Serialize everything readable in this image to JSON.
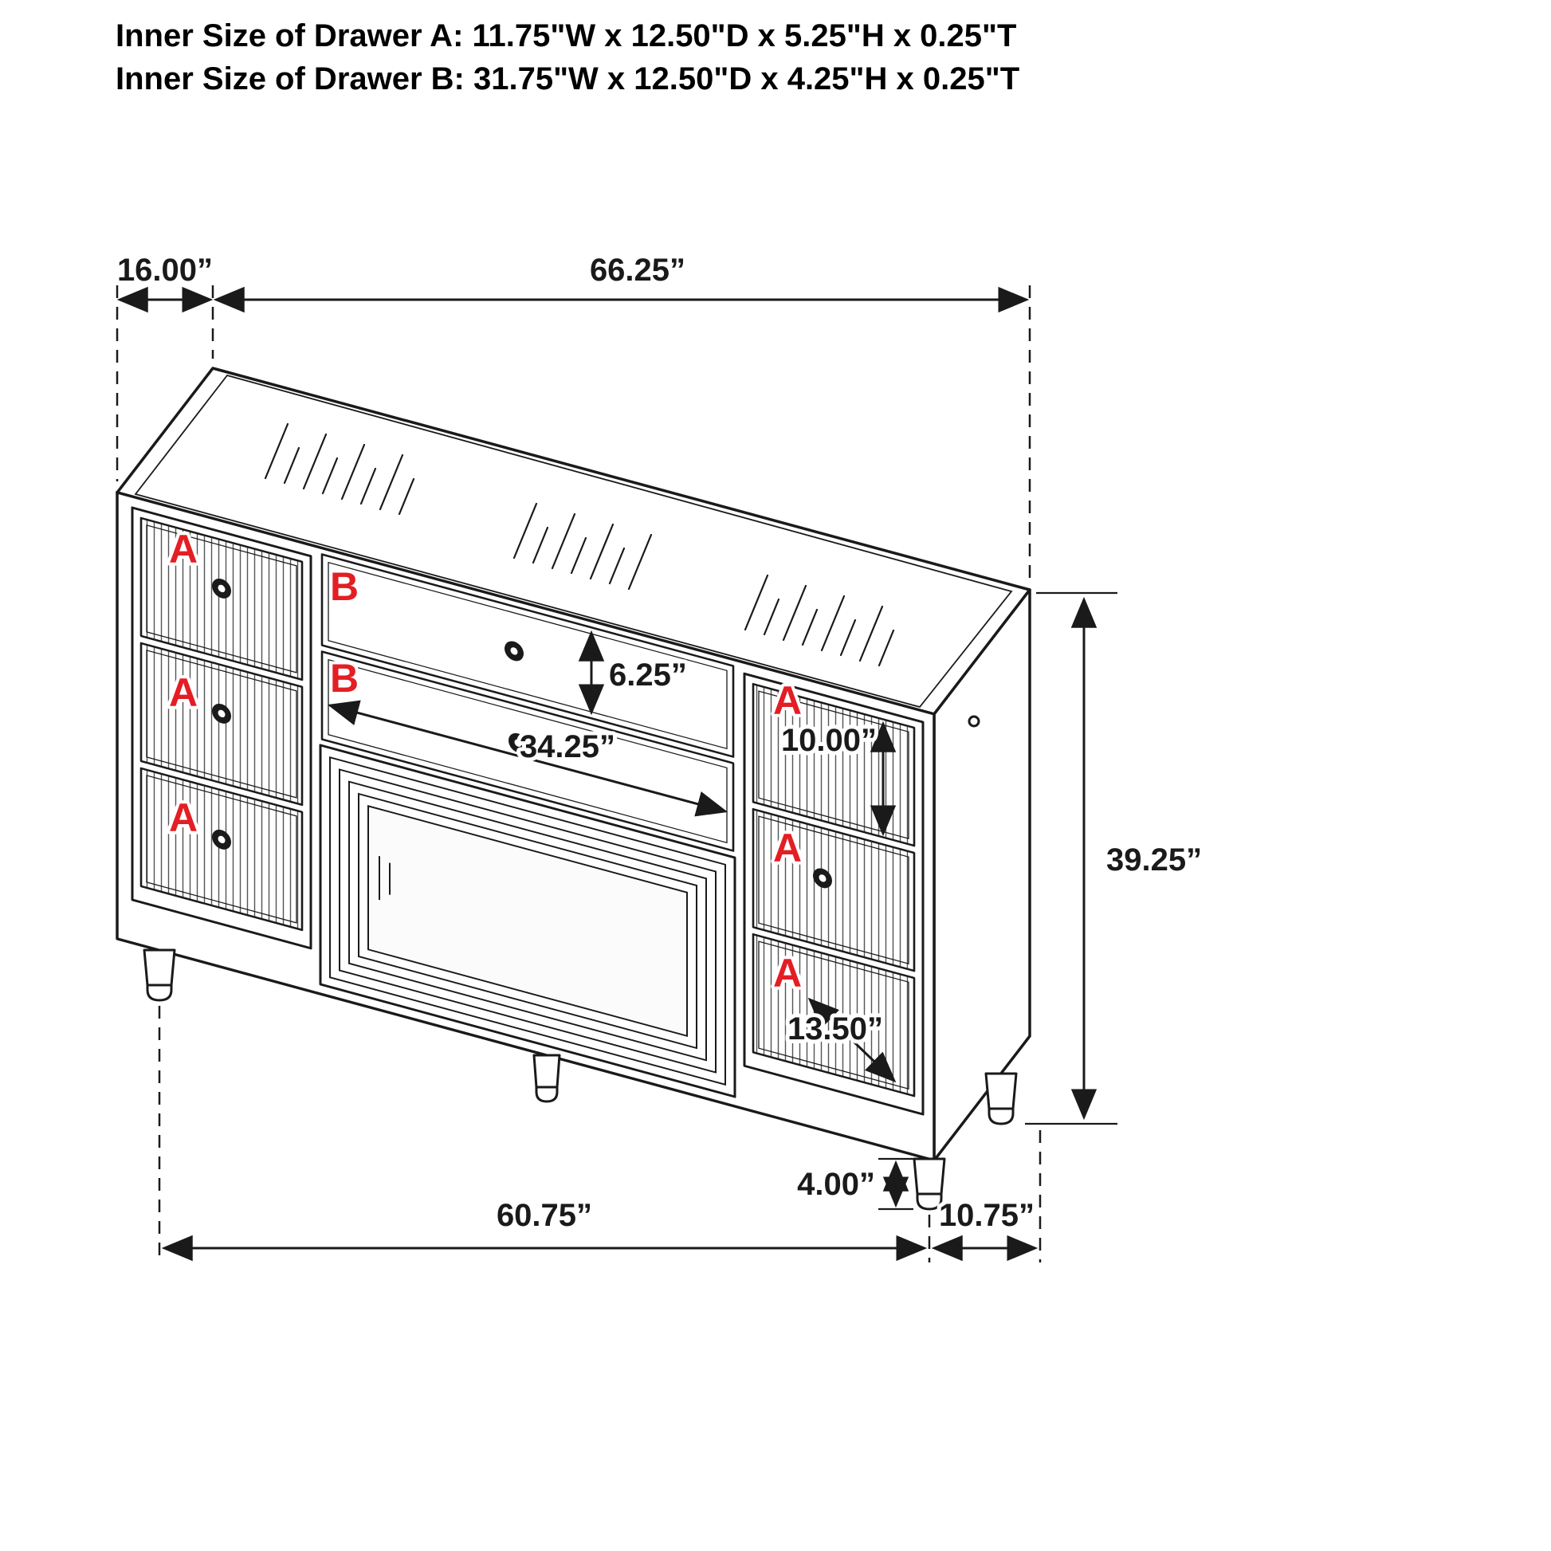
{
  "title": {
    "line1": "Inner Size of Drawer A: 11.75\"W x 12.50\"D x 5.25\"H x 0.25\"T",
    "line2": "Inner Size of Drawer B: 31.75\"W x 12.50\"D x 4.25\"H x 0.25\"T"
  },
  "drawer_labels": {
    "a": "A",
    "b": "B"
  },
  "dimensions": {
    "depth_top": "16.00”",
    "width_top": "66.25”",
    "drawer_b_height": "6.25”",
    "drawer_b_width": "34.25”",
    "right_top_drawer_height": "10.00”",
    "total_height": "39.25”",
    "right_bottom_drawer_height": "13.50”",
    "leg_height": "4.00”",
    "width_bottom": "60.75”",
    "depth_bottom": "10.75”"
  },
  "colors": {
    "line": "#1a1a1a",
    "label": "#e31e24",
    "background": "#ffffff"
  }
}
